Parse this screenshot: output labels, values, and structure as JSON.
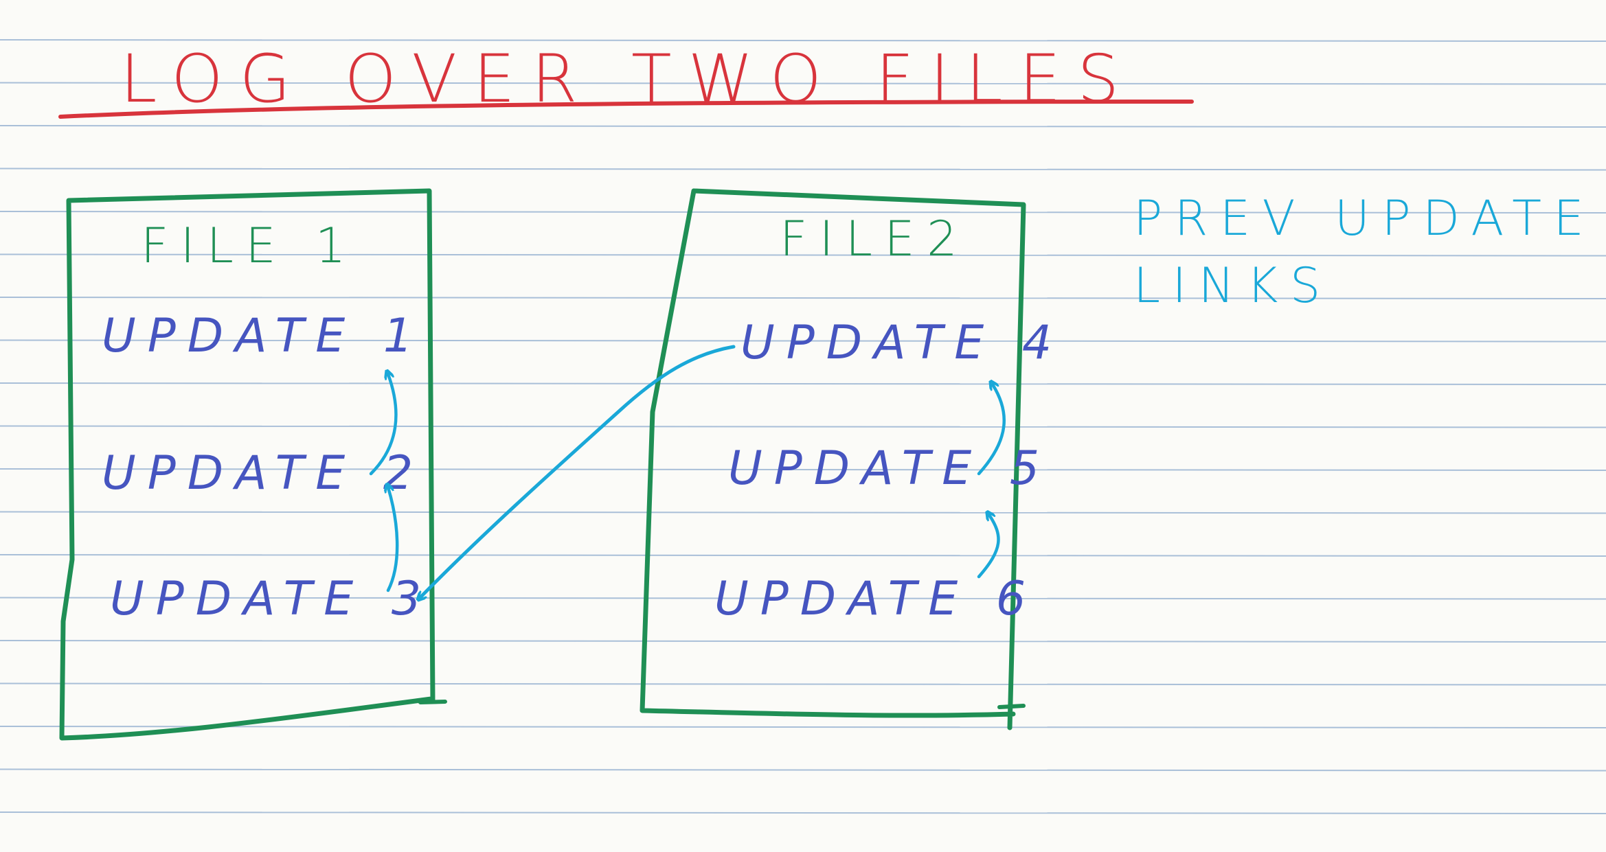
{
  "colors": {
    "paper": "#fbfbf8",
    "rule_line": "#a9bfd8",
    "title_red": "#d8343c",
    "box_green": "#1f8f55",
    "update_blue": "#4655c0",
    "link_cyan": "#1aa8d8"
  },
  "title": "LOG OVER TWO FILES",
  "files": [
    {
      "label": "FILE 1",
      "updates": [
        "UPDATE 1",
        "UPDATE 2",
        "UPDATE 3"
      ]
    },
    {
      "label": "FILE2",
      "updates": [
        "UPDATE 4",
        "UPDATE 5",
        "UPDATE 6"
      ]
    }
  ],
  "note": {
    "line1": "PREV UPDATE",
    "line2": "LINKS"
  }
}
